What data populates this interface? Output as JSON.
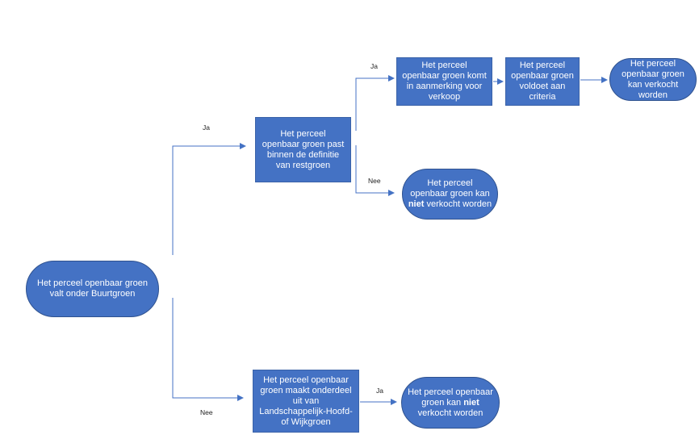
{
  "diagram": {
    "start": {
      "text": "Het perceel openbaar groen valt onder Buurtgroen"
    },
    "q_restgroen": {
      "text": "Het perceel openbaar groen past binnen de definitie van restgroen"
    },
    "q_landschap": {
      "text": "Het perceel openbaar groen maakt onderdeel uit van Landschappelijk-Hoofd- of Wijkgroen"
    },
    "aanmerking": {
      "text": "Het perceel openbaar groen komt in aanmerking voor verkoop"
    },
    "criteria": {
      "text": "Het perceel openbaar groen voldoet aan criteria"
    },
    "verkocht": {
      "text": "Het perceel openbaar groen kan verkocht worden"
    },
    "niet_verkocht_1": {
      "pre": "Het perceel openbaar groen kan ",
      "bold": "niet",
      "post": " verkocht worden"
    },
    "niet_verkocht_2": {
      "pre": "Het perceel openbaar groen kan ",
      "bold": "niet",
      "post": " verkocht worden"
    },
    "labels": {
      "ja_upper": "Ja",
      "nee_lower": "Nee",
      "ja_aanmerking": "Ja",
      "nee_niet": "Nee",
      "ja_niet": "Ja"
    },
    "colors": {
      "node_fill": "#4472c4",
      "connector": "#4472c4"
    }
  }
}
